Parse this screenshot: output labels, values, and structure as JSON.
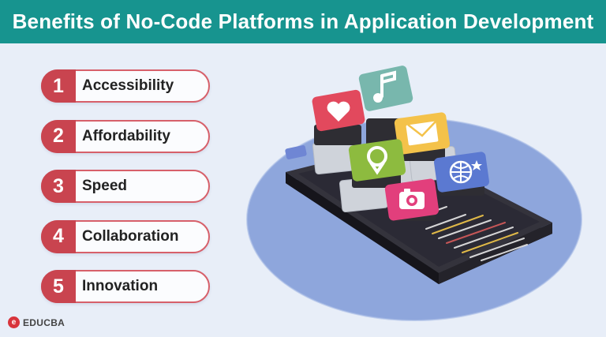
{
  "header": {
    "title": "Benefits of No-Code Platforms in Application Development"
  },
  "benefits": [
    {
      "number": "1",
      "label": "Accessibility"
    },
    {
      "number": "2",
      "label": "Affordability"
    },
    {
      "number": "3",
      "label": "Speed"
    },
    {
      "number": "4",
      "label": "Collaboration"
    },
    {
      "number": "5",
      "label": "Innovation"
    }
  ],
  "brand": {
    "logo_letter": "e",
    "name": "EDUCBA"
  },
  "colors": {
    "header_bg": "#17948f",
    "badge_red": "#c9444f",
    "circle_blue": "#8ea6dc",
    "phone_dark": "#2c2b33"
  },
  "illustration_icons": [
    "music-icon",
    "heart-icon",
    "mail-icon",
    "location-icon",
    "globe-icon",
    "camera-icon"
  ]
}
